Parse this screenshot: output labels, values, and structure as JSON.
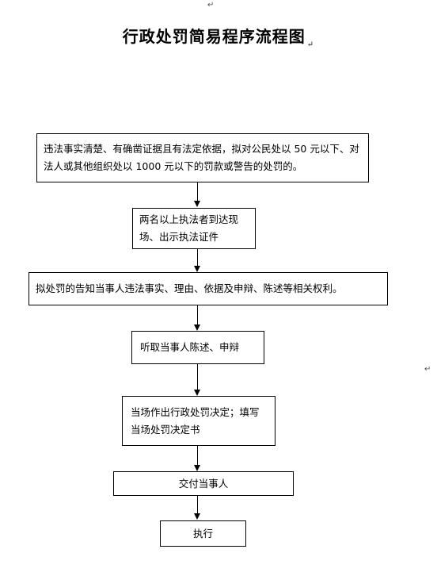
{
  "title": "行政处罚简易程序流程图",
  "nodes": [
    {
      "id": "n1",
      "text": "违法事实清楚、有确凿证据且有法定依据，拟对公民处以 50 元以下、对法人或其他组织处以 1000 元以下的罚款或警告的处罚的。"
    },
    {
      "id": "n2",
      "text": "两名以上执法者到达现场、出示执法证件"
    },
    {
      "id": "n3",
      "text": "拟处罚的告知当事人违法事实、理由、依据及申辩、陈述等相关权利。"
    },
    {
      "id": "n4",
      "text": "听取当事人陈述、申辩"
    },
    {
      "id": "n5",
      "text": "当场作出行政处罚决定；填写当场处罚决定书"
    },
    {
      "id": "n6",
      "text": "交付当事人"
    },
    {
      "id": "n7",
      "text": "执行"
    }
  ],
  "edges": [
    {
      "from": "n1",
      "to": "n2"
    },
    {
      "from": "n2",
      "to": "n3"
    },
    {
      "from": "n3",
      "to": "n4"
    },
    {
      "from": "n4",
      "to": "n5"
    },
    {
      "from": "n5",
      "to": "n6"
    },
    {
      "from": "n6",
      "to": "n7"
    }
  ],
  "paragraph_mark": "↵"
}
